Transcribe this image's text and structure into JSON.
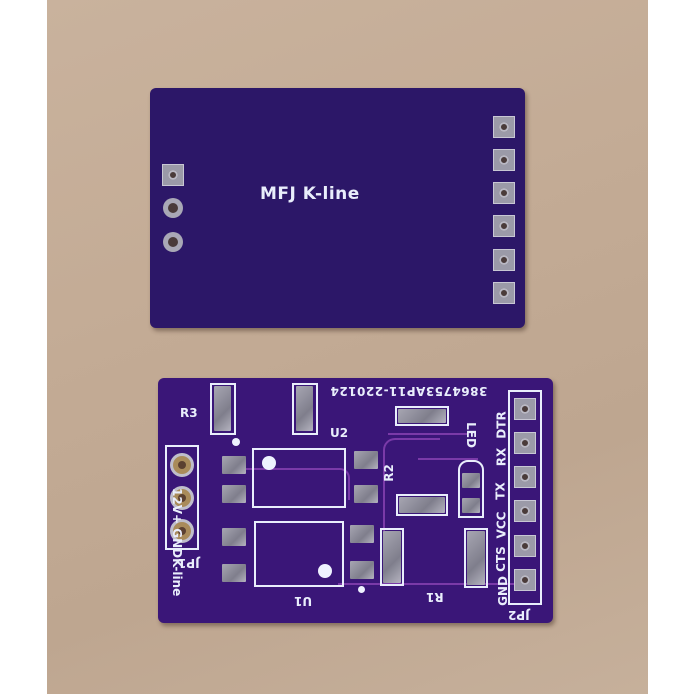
{
  "scene": {
    "description": "Photo of two purple PCBs on a tan surface",
    "background_color": "#c4ae98",
    "pcb_color": "#33146e",
    "silkscreen_color": "#e9eefc"
  },
  "back_board": {
    "label": "MFJ K-line",
    "left_holes": 3,
    "right_holes": 6
  },
  "front_board": {
    "order_code": "3864753AP11-220124",
    "components": {
      "r1": "R1",
      "r2": "R2",
      "r3": "R3",
      "u1": "U1",
      "u2": "U2",
      "led": "LED",
      "jp1": "JP1",
      "jp2": "JP2"
    },
    "jp1_pins": [
      "12V+",
      "GND",
      "K-line"
    ],
    "jp2_pins": [
      "DTR",
      "RX",
      "TX",
      "VCC",
      "CTS",
      "GND"
    ]
  }
}
